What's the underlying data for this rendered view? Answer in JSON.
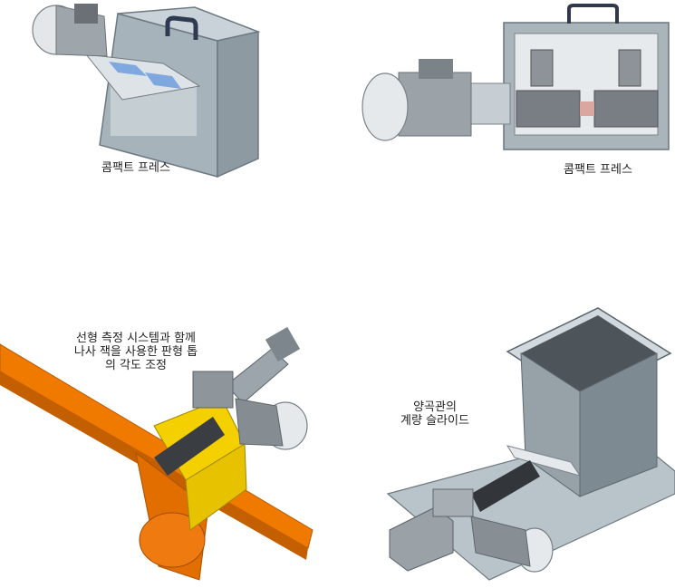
{
  "captions": {
    "top_left": "콤팩트 프레스",
    "top_right": "콤팩트 프레스",
    "bottom_left": "선형 측정 시스템과 함께\n나사 잭을 사용한 판형 톱\n의 각도 조정",
    "bottom_right": "양곡관의\n계량 슬라이드"
  },
  "colors": {
    "steel": "#8e9aa2",
    "dark_metal": "#5a5e62",
    "yellow": "#f5d000",
    "orange": "#f07a00",
    "plate": "#b9c3ca"
  }
}
